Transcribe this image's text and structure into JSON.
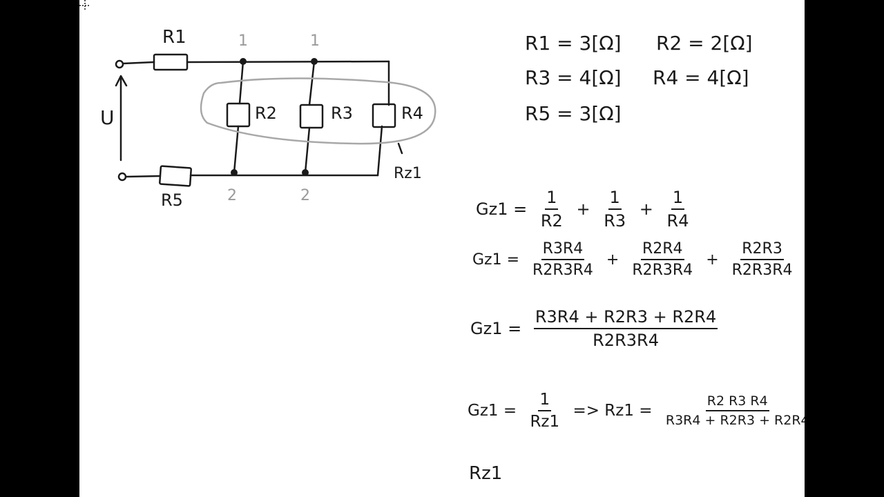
{
  "circuit": {
    "resistors": {
      "r1": "R1",
      "r2": "R2",
      "r3": "R3",
      "r4": "R4",
      "r5": "R5"
    },
    "voltage": "U",
    "group": "Rz1",
    "nodes": {
      "top": "1",
      "bottom": "2"
    }
  },
  "values": {
    "v1": "R1 = 3[Ω]",
    "v2": "R2 = 2[Ω]",
    "v3": "R3 = 4[Ω]",
    "v4": "R4 = 4[Ω]",
    "v5": "R5 = 3[Ω]"
  },
  "equations": {
    "eq1": {
      "lhs": "Gz1 =",
      "t1_num": "1",
      "t1_den": "R2",
      "t2_num": "1",
      "t2_den": "R3",
      "t3_num": "1",
      "t3_den": "R4",
      "plus": "+"
    },
    "eq2": {
      "lhs": "Gz1 =",
      "t1_num": "R3R4",
      "t1_den": "R2R3R4",
      "t2_num": "R2R4",
      "t2_den": "R2R3R4",
      "t3_num": "R2R3",
      "t3_den": "R2R3R4",
      "plus": "+"
    },
    "eq3": {
      "lhs": "Gz1 =",
      "num": "R3R4 + R2R3 + R2R4",
      "den": "R2R3R4"
    },
    "eq4": {
      "lhs": "Gz1 =",
      "f1_num": "1",
      "f1_den": "Rz1",
      "implies": "=> Rz1 =",
      "f2_num": "R2 R3 R4",
      "f2_den": "R3R4 + R2R3 + R2R4"
    },
    "eq5": {
      "lhs": "Rz1"
    }
  }
}
